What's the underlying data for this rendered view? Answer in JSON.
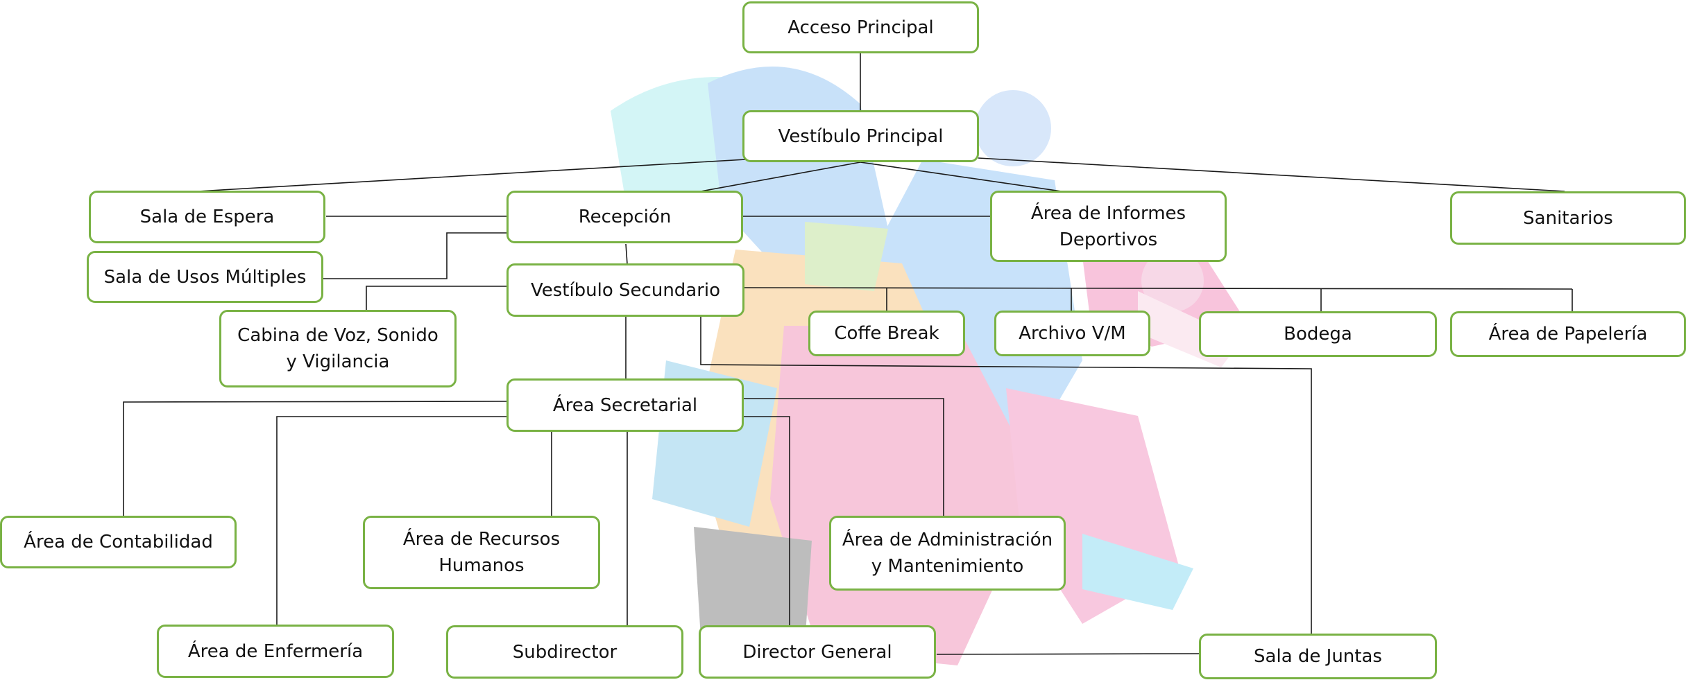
{
  "nodes": {
    "acceso_principal": "Acceso Principal",
    "vestibulo_principal": "Vestíbulo Principal",
    "sala_espera": "Sala de Espera",
    "recepcion": "Recepción",
    "informes_deportivos": "Área de Informes\nDeportivos",
    "sanitarios": "Sanitarios",
    "sala_usos_multiples": "Sala de Usos Múltiples",
    "vestibulo_secundario": "Vestíbulo Secundario",
    "cabina_voz": "Cabina de Voz, Sonido\ny Vigilancia",
    "coffe_break": "Coffe Break",
    "archivo_vm": "Archivo V/M",
    "bodega": "Bodega",
    "papeleria": "Área de Papelería",
    "secretarial": "Área Secretarial",
    "contabilidad": "Área de Contabilidad",
    "recursos_humanos": "Área de Recursos\nHumanos",
    "administracion": "Área de Administración\ny Mantenimiento",
    "enfermeria": "Área de Enfermería",
    "subdirector": "Subdirector",
    "director_general": "Director General",
    "sala_juntas": "Sala de Juntas"
  },
  "style": {
    "node_border": "#79b244",
    "connector": "#1a1a1a"
  },
  "watermark_icon": "running-figures-watermark"
}
